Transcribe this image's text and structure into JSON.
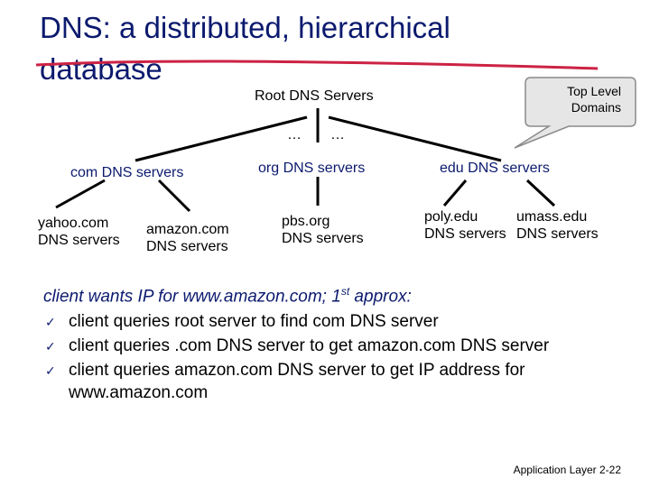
{
  "slide": {
    "title": "DNS: a distributed, hierarchical database",
    "callout": {
      "line1": "Top Level",
      "line2": "Domains"
    },
    "tree": {
      "root": "Root DNS Servers",
      "dots_left": "…",
      "dots_right": "…",
      "tld": {
        "com": "com DNS servers",
        "org": "org DNS servers",
        "edu": "edu DNS servers"
      },
      "authoritative": {
        "yahoo": {
          "line1": "yahoo.com",
          "line2": "DNS servers"
        },
        "amazon": {
          "line1": "amazon.com",
          "line2": "DNS servers"
        },
        "pbs": {
          "line1": "pbs.org",
          "line2": "DNS servers"
        },
        "poly": {
          "line1": "poly.edu",
          "line2": "DNS servers"
        },
        "umass": {
          "line1": "umass.edu",
          "line2": "DNS servers"
        }
      }
    },
    "client_approx": {
      "prefix": "client wants IP for www.amazon.com; 1",
      "sup": "st",
      "suffix": " approx:"
    },
    "bullets": [
      "client queries root server to find com DNS server",
      "client queries .com DNS server to get amazon.com DNS server",
      "client queries amazon.com DNS server to get  IP address for www.amazon.com"
    ],
    "bullet_icon": "checkmark-arrow-icon",
    "footer": "Application Layer 2-22",
    "colors": {
      "title": "#0b1a6e",
      "underline": "#cc2244",
      "callout_fill": "#e6e6e6"
    }
  }
}
